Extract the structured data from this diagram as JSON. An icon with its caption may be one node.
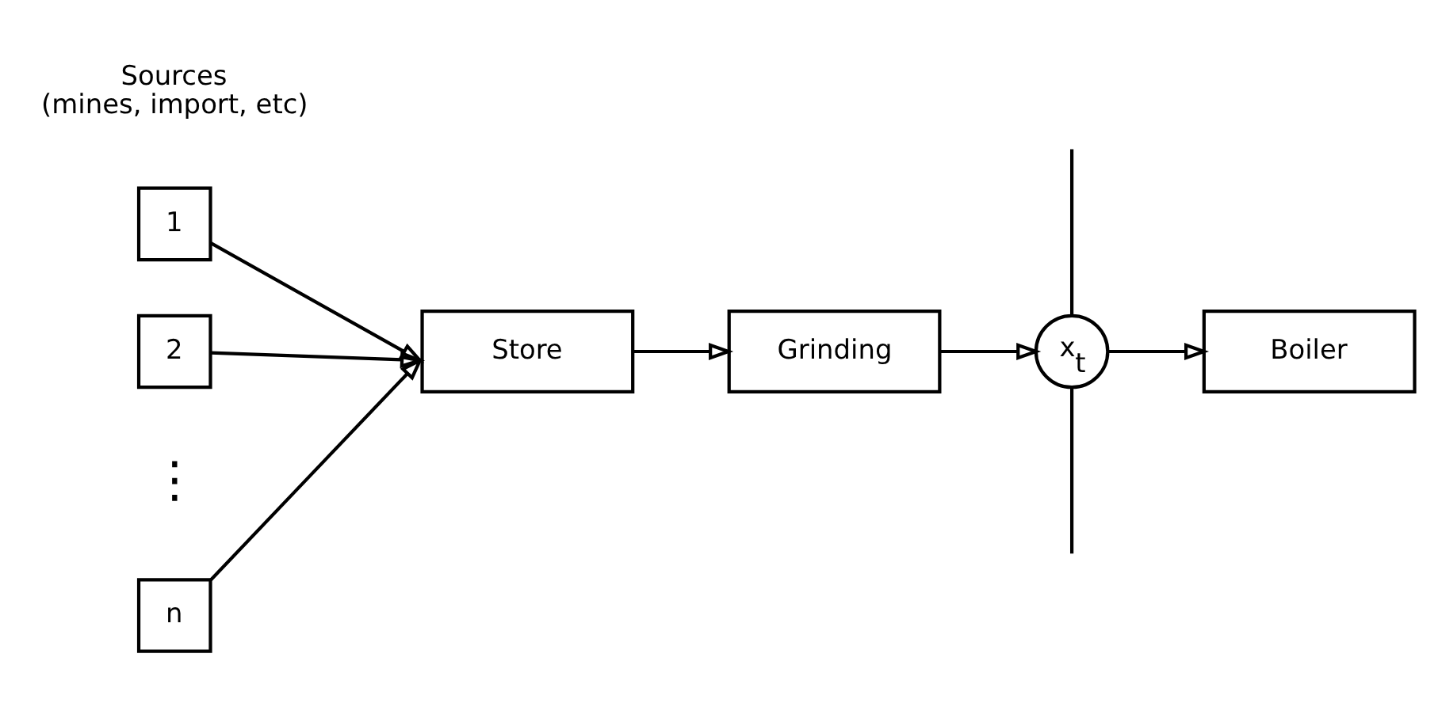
{
  "diagram": {
    "nodes": [
      {
        "text": [
          "1"
        ]
      },
      {
        "text": [
          "2"
        ]
      },
      {
        "text": [
          "n"
        ]
      },
      {
        "text": [
          "Store"
        ]
      },
      {
        "text": [
          "Grinding"
        ]
      },
      {
        "text": [
          "x$_{t}$"
        ]
      },
      {
        "text": [
          "Boiler"
        ]
      }
    ],
    "edges": [
      {
        "from": 0,
        "to": 3,
        "arrow": "to"
      },
      {
        "from": 1,
        "to": 3,
        "arrow": "to"
      },
      {
        "from": 2,
        "to": 3,
        "arrow": "to"
      },
      {
        "from": 3,
        "to": 4,
        "arrow": "to"
      },
      {
        "from": 4,
        "to": 5,
        "arrow": "to"
      },
      {
        "from": 5,
        "to": 6,
        "arrow": "to"
      },
      {
        "from": null,
        "to": 5,
        "arrow": "none"
      },
      {
        "from": 5,
        "to": null,
        "arrow": "none"
      }
    ],
    "labels": [
      "Sources (mines, import, etc)",
      "⋮"
    ]
  }
}
